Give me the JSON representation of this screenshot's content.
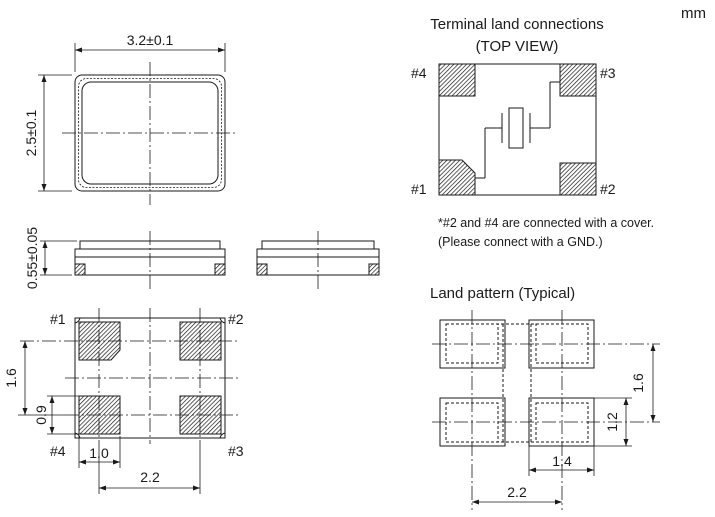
{
  "unit": "mm",
  "top_view": {
    "width_dim": "3.2±0.1",
    "height_dim": "2.5±0.1"
  },
  "side_view": {
    "thickness_dim": "0.55±0.05"
  },
  "bottom_view": {
    "pin_labels": [
      "#1",
      "#2",
      "#3",
      "#4"
    ],
    "dim_pitch_v": "1.6",
    "dim_pad_h": "0.9",
    "dim_pad_w": "1.0",
    "dim_pitch_h": "2.2"
  },
  "terminal": {
    "title_line1": "Terminal land connections",
    "title_line2": "(TOP VIEW)",
    "pin_labels": [
      "#1",
      "#2",
      "#3",
      "#4"
    ],
    "note_line1": "*#2 and #4 are connected with a cover.",
    "note_line2": "(Please connect with a GND.)"
  },
  "land_pattern": {
    "title": "Land pattern (Typical)",
    "dim_pitch_v": "1.6",
    "dim_pad_h": "1.2",
    "dim_pad_w": "1.4",
    "dim_pitch_h": "2.2"
  }
}
